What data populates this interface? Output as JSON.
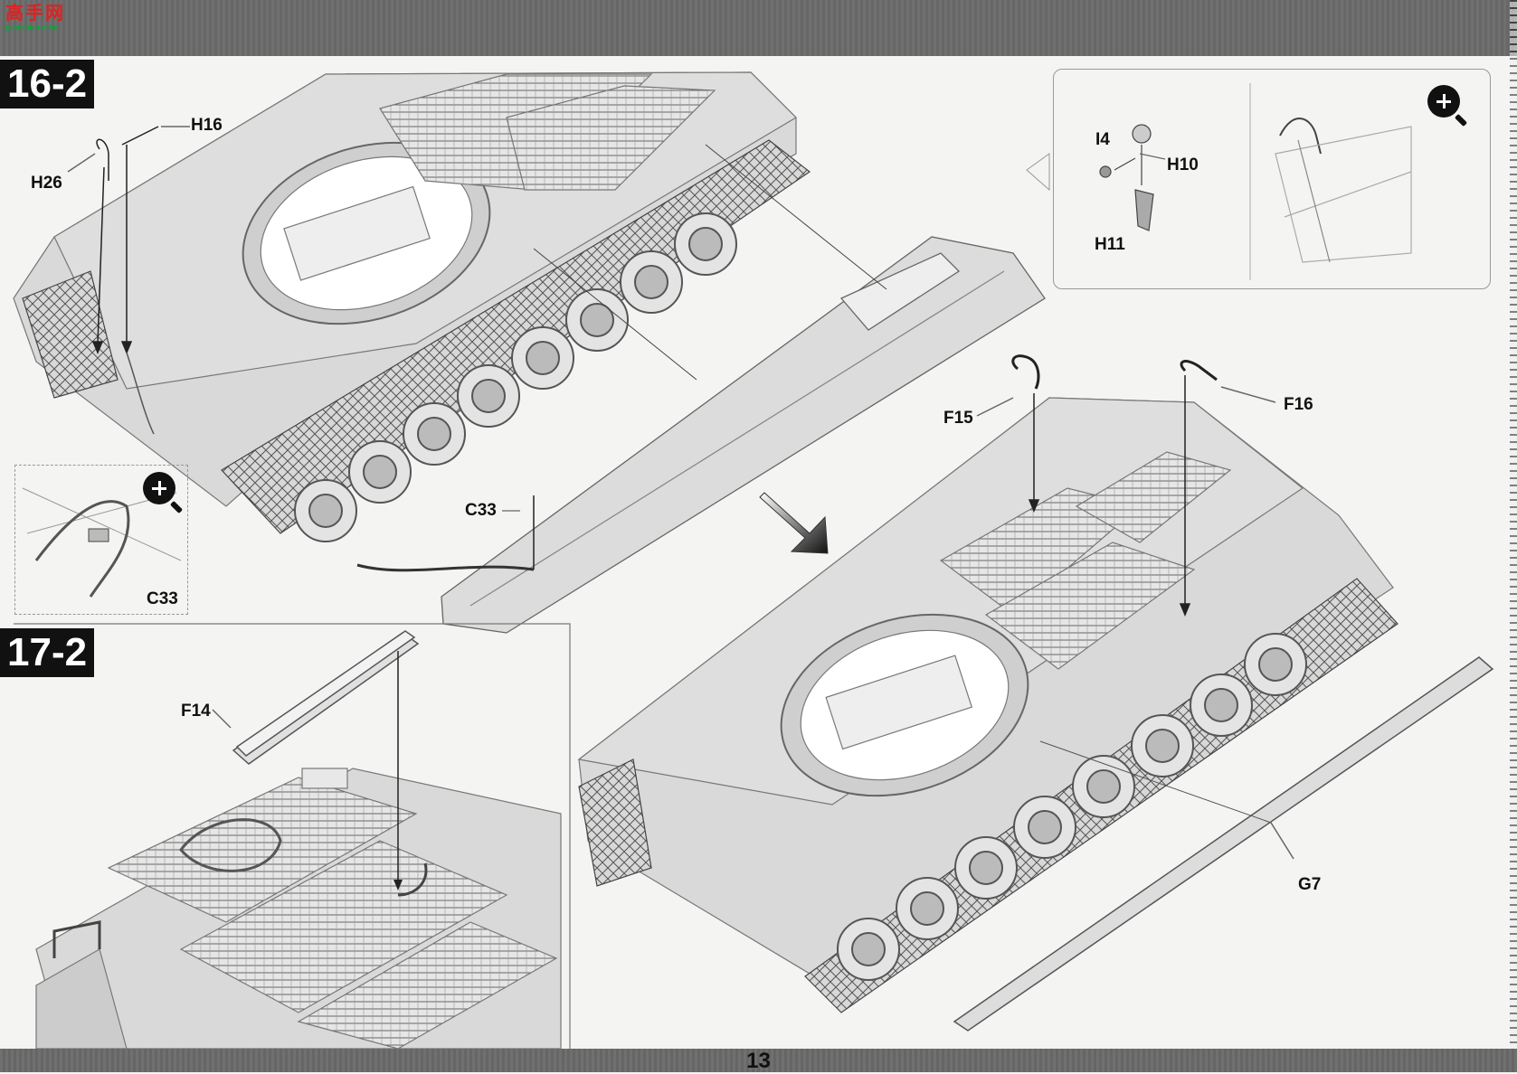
{
  "header": {
    "logo_text": "高手网",
    "logo_url": "gaoshou.com"
  },
  "page": {
    "number": "13"
  },
  "steps": [
    {
      "id": "16-2",
      "label": "16-2"
    },
    {
      "id": "17-2",
      "label": "17-2"
    }
  ],
  "parts": {
    "h16": "H16",
    "h26": "H26",
    "c33": "C33",
    "c33_detail": "C33",
    "i4": "I4",
    "h10": "H10",
    "h11": "H11",
    "f15": "F15",
    "f16": "F16",
    "f14": "F14",
    "g7": "G7"
  },
  "icons": {
    "zoom": "zoom-in-icon",
    "direction": "arrow-down-right-icon"
  },
  "colors": {
    "band": "#6e6e6e",
    "step_bg": "#111111",
    "art": "#888888"
  }
}
